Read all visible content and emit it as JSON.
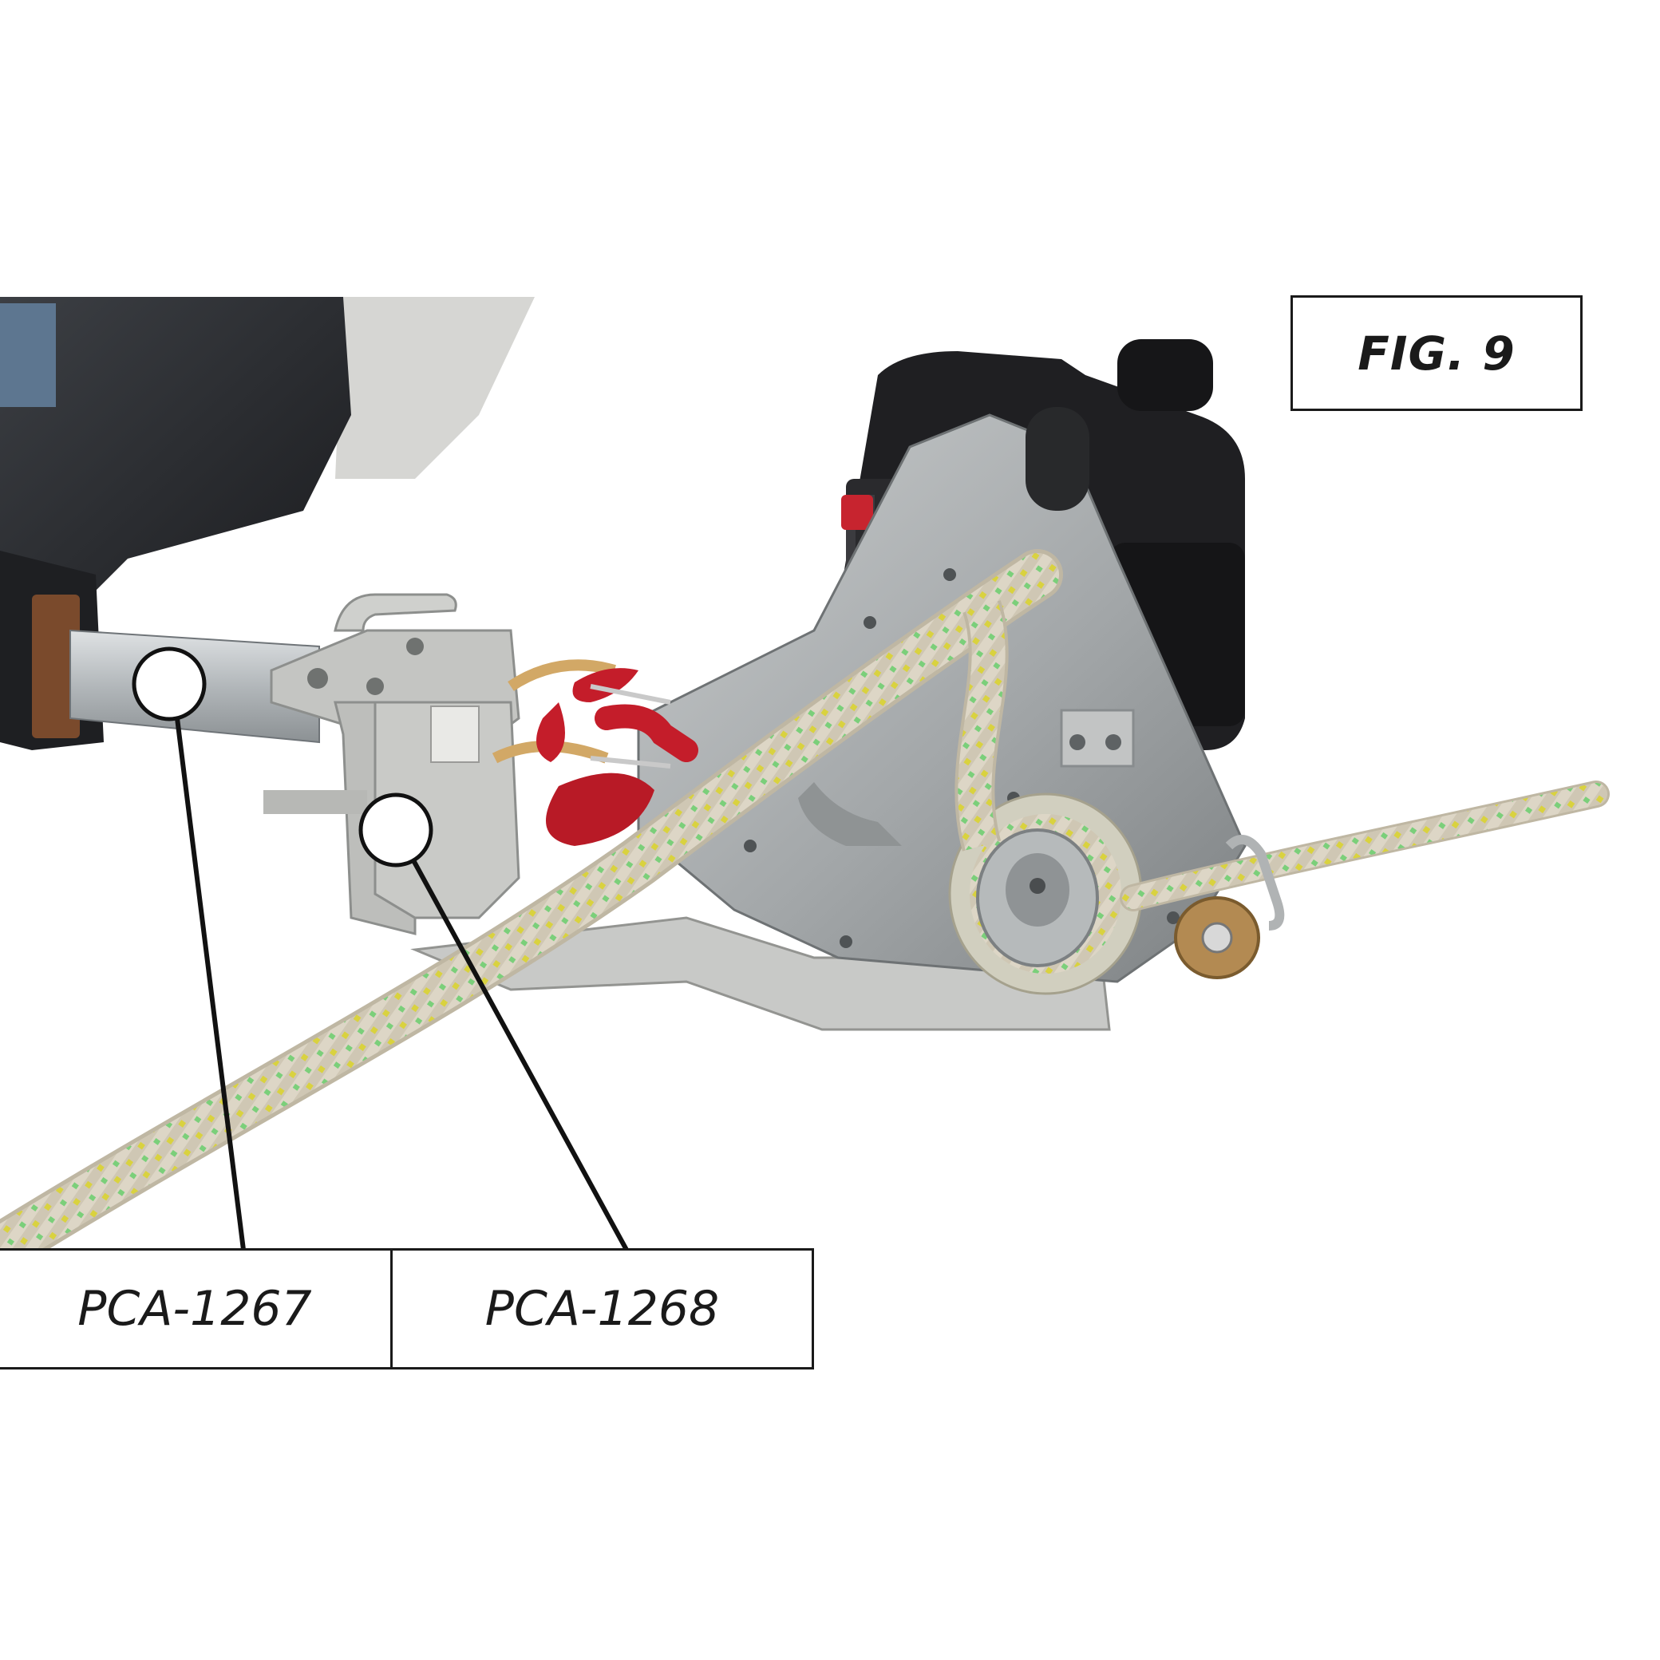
{
  "figure": {
    "label": "FIG. 9"
  },
  "parts": [
    {
      "label": "PCA-1267"
    },
    {
      "label": "PCA-1268"
    }
  ],
  "colors": {
    "rope": "#ddd6c6",
    "rope_fleck_yellow": "#d9d23f",
    "rope_fleck_green": "#7bcf7a",
    "winch_body": "#a7abad",
    "engine": "#1f1f22",
    "hook": "#c41d2a",
    "bumper": "#2b2d31",
    "bracket": "#c4c5c2"
  },
  "icons": [
    "callout-marker-circle",
    "leader-line"
  ]
}
